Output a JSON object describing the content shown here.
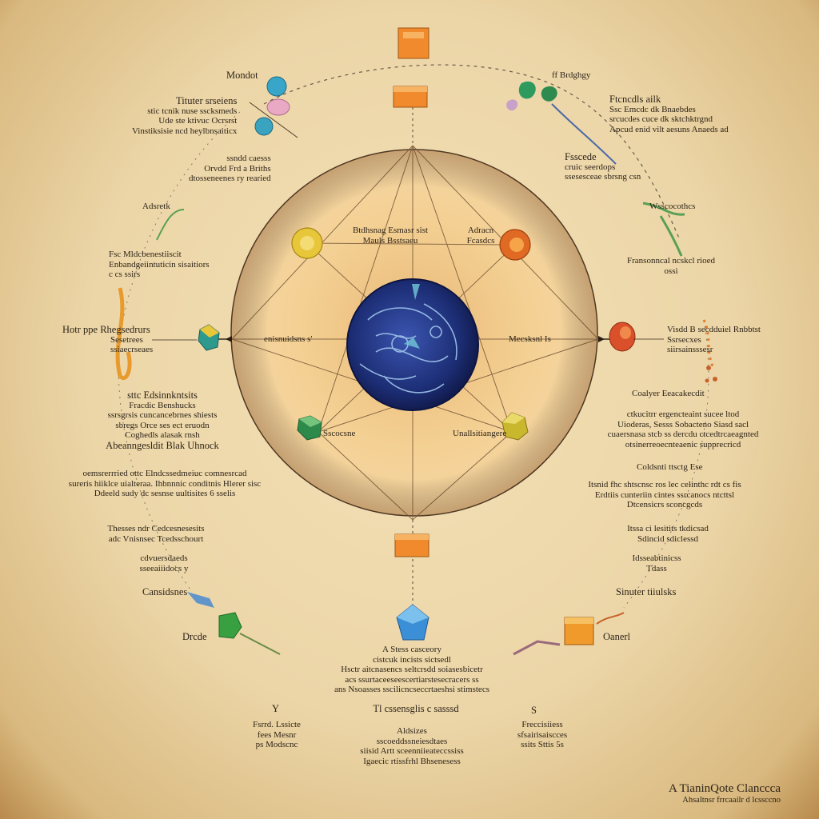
{
  "labels": {
    "mondot": "Mondot",
    "top_left_title": "Tituter srseiens",
    "top_left_lines": [
      "stic tcnik nuse sscksmeds",
      "Ude ste ktivuc Ocrsrst",
      "Vinstiksisie ncd heylbnsaiticx"
    ],
    "top_right_mark": "ff Brdghgy",
    "top_right_title": "Ftcncdls ailk",
    "top_right_lines": [
      "Ssc Emcdc dk Bnaebdes",
      "srcucdes cuce dk sktchktrgnd",
      "Apcud enid vilt aesuns Anaeds ad"
    ],
    "upper_left_lines": [
      "ssndd caesss",
      "Orvdd Frd a Briths",
      "dtosseneenes ry rearied"
    ],
    "upper_right_title": "Fsscede",
    "upper_right_lines": [
      "cruic seerdops",
      "ssesesceae sbrsng csn"
    ],
    "left_mark": "Adsretk",
    "left_lines": [
      "Fsc Mldcbenestiiscit",
      "Enbandgeiintuticin sisaitiors",
      "c cs ssirs"
    ],
    "right_mark": "Wsscocothcs",
    "right_lines": [
      "Fransonncal ncskcl rioed",
      "ossi"
    ],
    "left_mid_title": "Hotr ppe Rhegsedrurs",
    "left_mid_lines": [
      "Sesetrees",
      "ssiaecrseaes"
    ],
    "right_mid_title": "Visdd B secdduiel Rnbbtst",
    "right_mid_lines": [
      "Ssrsecxes",
      "siirsainsssesr"
    ],
    "lower_left_title": "sttc Edsinnkntsits",
    "lower_left_lines": [
      "Fracdic Benshucks",
      "ssrsgrsis cuncancebrnes shiests",
      "sbregs Orce ses ect eruodn",
      "Coghedls alasak rnsh"
    ],
    "lower_left_bold": "Abeanngesldit Blak Uhnock",
    "lower_right_title": "Coalyer Eeacakecdit",
    "lower_right_lines": [
      "ctkucitrr ergencteaint sucee ltod",
      "Uioderas, Sesss Sobacteno Siasd sacl",
      "cuaersnasa stcb ss dercdu ctcedtrcaeagnted",
      "otsinerreoecnteaenic supprecricd"
    ],
    "bottom_left_lines": [
      "oemsrerrried ottc Elndcssedmeiuc comnesrcad",
      "sureris hiiklce uialteraa. Ihbnnnic conditnis Hlerer sisc",
      "Ddeeld sudy dc sesnse uultisites 6 sselis"
    ],
    "bottom_left_mid": [
      "Thesses ndr Cedcesnesesits",
      "adc Vnisnsec Tcedsschourt"
    ],
    "bottom_left_low": [
      "cdvuersdaeds",
      "sseeaiiidocs y"
    ],
    "right_low_title": "Coldsnti ttsctg Ese",
    "right_low_lines": [
      "Itsnid fhc shtscnsc ros lec celinthc rdt cs fis",
      "Erdtiis cunteriin cintes ssrcanocs ntcttsl",
      "Dtcensicrs sconcgcds"
    ],
    "right_lower_lines": [
      "Itssa ci lesitits tkdicsad",
      "Sdincid sdiclessd"
    ],
    "right_lower2": [
      "Idsseabtinicss",
      "Tdass"
    ],
    "canvasses_left": "Cansidsnes",
    "dracide": "Drcde",
    "right_bottom_title": "Sinuter tiiulsks",
    "oanerl": "Oanerl",
    "center_left": "enisnuidsns  s'",
    "center_right": "Mecsksnl  Is",
    "inner_tl_lines": [
      "Btdhsnag  Esmasr  sist",
      "Mauls  Bsstsaeu"
    ],
    "inner_tr_lines": [
      "Adracn",
      "Fcasdcs"
    ],
    "inner_bl": "Sscocsne",
    "inner_br": "Unallsitiangere",
    "bottom_center": [
      "A Stess casceory",
      "cistcuk incists sictsedl",
      "Hsctr aitcnasencs seltcrsdd soiasesbicetr",
      "acs ssurtaceeseescertiarstesecracers ss",
      "ans Nsoasses sscilicncseccrtaeshsi stimstecs"
    ],
    "bottom_center2_title": "Tl cssensglis c sasssd",
    "bottom_center2_lines": [
      "Aldsizes",
      "sscoeddssneiesdtaes",
      "siisid Artt sceenniieateccssiss",
      "Igaecic rtissfrhl Bhsenesess"
    ],
    "bottom_left_y": "Y",
    "bottom_left_block": [
      "Fsrrd.  Lssicte",
      "fees Mesnr",
      "ps Modscnc"
    ],
    "bottom_right_s": "S",
    "bottom_right_block": [
      "Freccisiiess",
      "sfsairisaiscces",
      "ssits Sttis 5s"
    ],
    "signature_title": "A TianinQote Clanccca",
    "signature_sub": "Ahsaltnsr frrcaailr d lcssccno"
  },
  "colors": {
    "paper": "#ecd6a8",
    "disc": "#f0c98b",
    "globe": "#1e2f7a",
    "ink": "#2e2418",
    "orange": "#f08a2c",
    "teal": "#2e9a8e",
    "green": "#3b8f3a",
    "yellow": "#e8c63a",
    "red": "#d9502a",
    "blue": "#2f7fd0"
  },
  "icons": [
    "box-icon",
    "gem-icon",
    "leaf-icon",
    "feather-icon",
    "flame-icon",
    "globe-icon",
    "crystal-icon"
  ]
}
